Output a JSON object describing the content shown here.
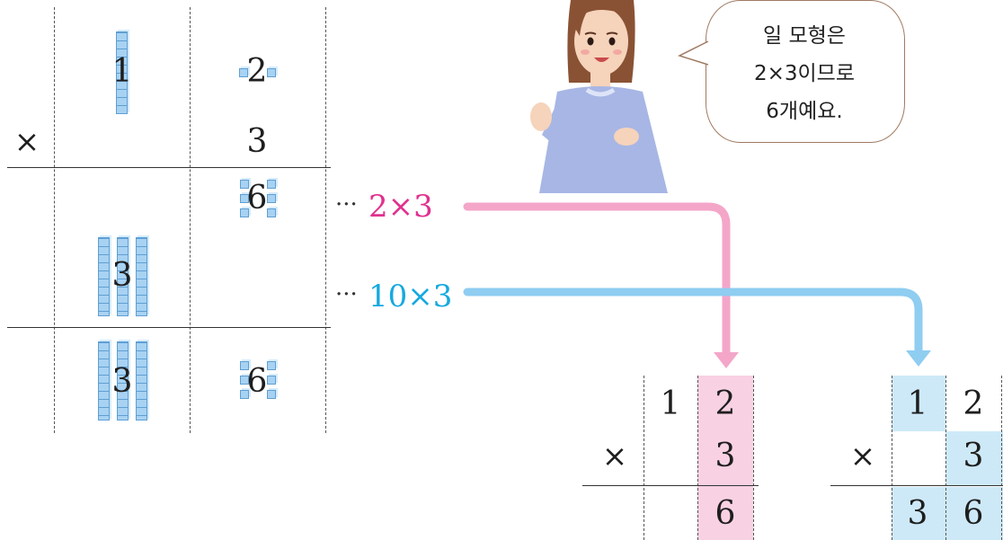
{
  "place_value_table": {
    "multiplicand": {
      "tens": "1",
      "ones": "2"
    },
    "multiplier": {
      "sign": "×",
      "ones": "3"
    },
    "partial_ones": "6",
    "partial_tens": "3",
    "result": {
      "tens": "3",
      "ones": "6"
    }
  },
  "annotations": {
    "ellipsis": "···",
    "ones_product": "2×3",
    "tens_product": "10×3"
  },
  "speech_bubble": {
    "lines": [
      "일 모형은",
      "2×3이므로",
      "6개예요."
    ]
  },
  "vertical_calc_ones": {
    "row1": [
      "1",
      "2"
    ],
    "row2": [
      "×",
      "3"
    ],
    "result": [
      "6"
    ]
  },
  "vertical_calc_tens": {
    "row1": [
      "1",
      "2"
    ],
    "row2": [
      "×",
      "3"
    ],
    "result": [
      "3",
      "6"
    ]
  },
  "colors": {
    "ones_arrow": "#f4a6c9",
    "tens_arrow": "#8fcdf1",
    "ones_highlight": "#f8d1e3",
    "tens_highlight": "#cde9f8",
    "ones_label": "#e0318f",
    "tens_label": "#16a9df",
    "block": "#a8d2f2"
  }
}
